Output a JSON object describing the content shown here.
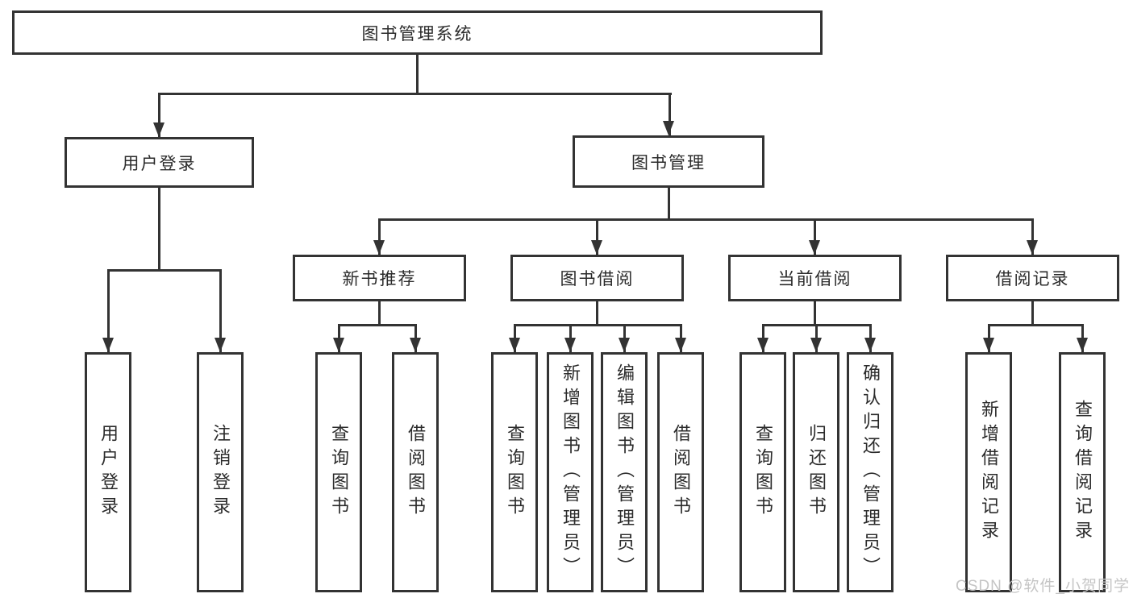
{
  "root_label": "图书管理系统",
  "level2": {
    "user_login": "用户登录",
    "book_mgmt": "图书管理"
  },
  "level3": {
    "new_books": "新书推荐",
    "book_borrow": "图书借阅",
    "current_borrow": "当前借阅",
    "borrow_records": "借阅记录"
  },
  "leaves": {
    "user_login": [
      "用户登录",
      "注销登录"
    ],
    "new_books": [
      "查询图书",
      "借阅图书"
    ],
    "book_borrow": [
      "查询图书",
      "新增图书（管理员）",
      "编辑图书（管理员）",
      "借阅图书"
    ],
    "current_borrow": [
      "查询图书",
      "归还图书",
      "确认归还（管理员）"
    ],
    "borrow_records": [
      "新增借阅记录",
      "查询借阅记录"
    ]
  },
  "watermark": "CSDN @软件_小贺同学",
  "colors": {
    "line": "#333333",
    "text": "#2b2b2b",
    "watermark": "#c5c5c5",
    "background": "#ffffff"
  }
}
